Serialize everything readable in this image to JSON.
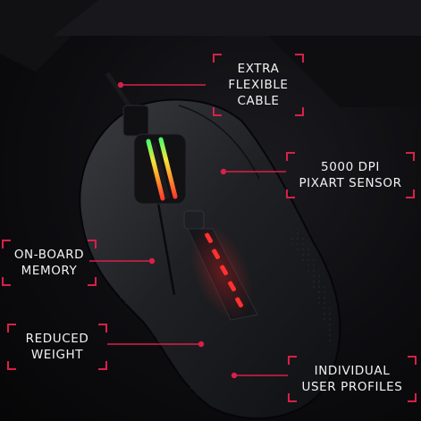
{
  "callouts": {
    "cable": [
      "EXTRA",
      "FLEXIBLE",
      "CABLE"
    ],
    "sensor": [
      "5000 DPI",
      "PIXART SENSOR"
    ],
    "memory": [
      "ON-BOARD",
      "MEMORY"
    ],
    "weight": [
      "REDUCED",
      "WEIGHT"
    ],
    "profiles": [
      "INDIVIDUAL",
      "USER PROFILES"
    ]
  },
  "colors": {
    "accent": "#d8204a",
    "text": "#f2f2f2"
  }
}
